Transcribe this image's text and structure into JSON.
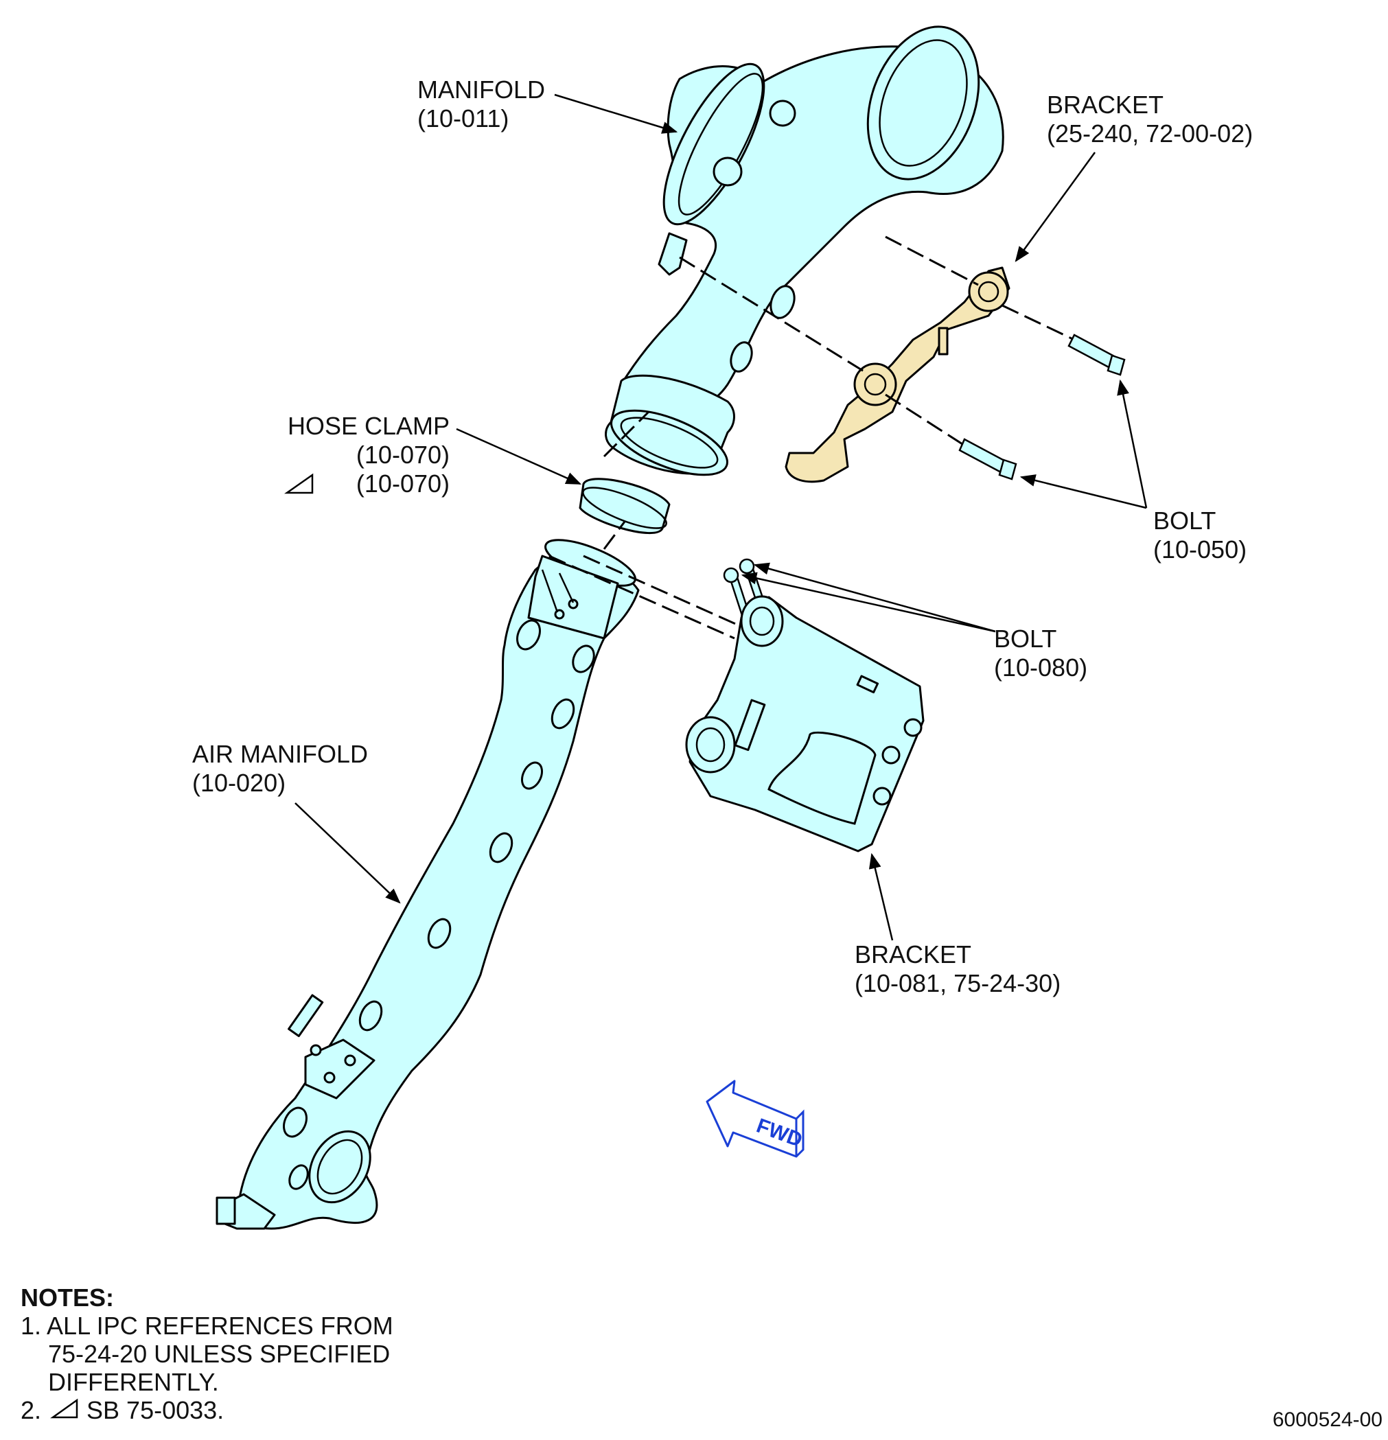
{
  "callouts": {
    "manifold": {
      "name": "MANIFOLD",
      "ref": "(10-011)"
    },
    "bracket_upper": {
      "name": "BRACKET",
      "ref": "(25-240, 72-00-02)"
    },
    "hose_clamp": {
      "name": "HOSE CLAMP",
      "ref": "(10-070)",
      "ref2": "(10-070)"
    },
    "bolt_050": {
      "name": "BOLT",
      "ref": "(10-050)"
    },
    "bolt_080": {
      "name": "BOLT",
      "ref": "(10-080)"
    },
    "air_manifold": {
      "name": "AIR MANIFOLD",
      "ref": "(10-020)"
    },
    "bracket_lower": {
      "name": "BRACKET",
      "ref": "(10-081, 75-24-30)"
    }
  },
  "fwd_label": "FWD",
  "notes": {
    "heading": "NOTES:",
    "items": [
      "1. ALL IPC REFERENCES FROM",
      "75-24-20 UNLESS SPECIFIED",
      "DIFFERENTLY.",
      "2.",
      "SB 75-0033."
    ]
  },
  "figure_number": "6000524-00",
  "colors": {
    "part_fill": "#ccffff",
    "bracket_fill": "#f5e6b5",
    "fwd_arrow": "#1a3fd6"
  }
}
